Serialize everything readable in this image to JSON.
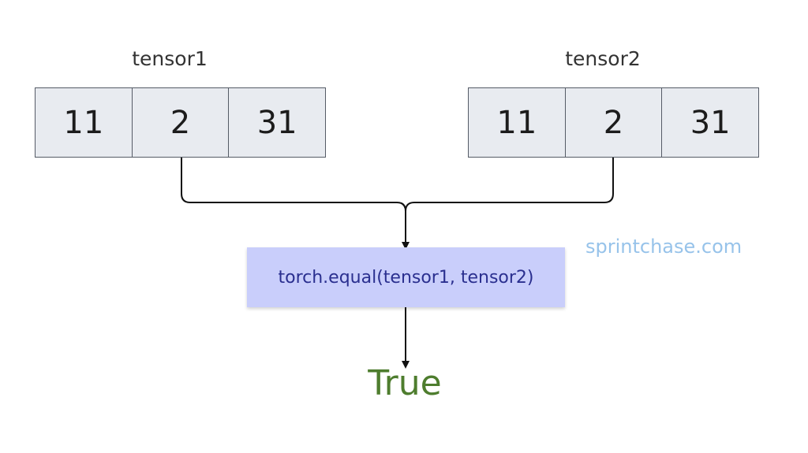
{
  "tensor1": {
    "label": "tensor1",
    "values": [
      "11",
      "2",
      "31"
    ]
  },
  "tensor2": {
    "label": "tensor2",
    "values": [
      "11",
      "2",
      "31"
    ]
  },
  "function_call": "torch.equal(tensor1, tensor2)",
  "result": "True",
  "watermark": "sprintchase.com",
  "colors": {
    "cell_fill": "#e8ebf0",
    "cell_border": "#555b66",
    "function_fill": "#c9cefb",
    "function_text": "#2a2f8f",
    "result_text": "#4e7d2e",
    "watermark_text": "#97c3ea"
  }
}
